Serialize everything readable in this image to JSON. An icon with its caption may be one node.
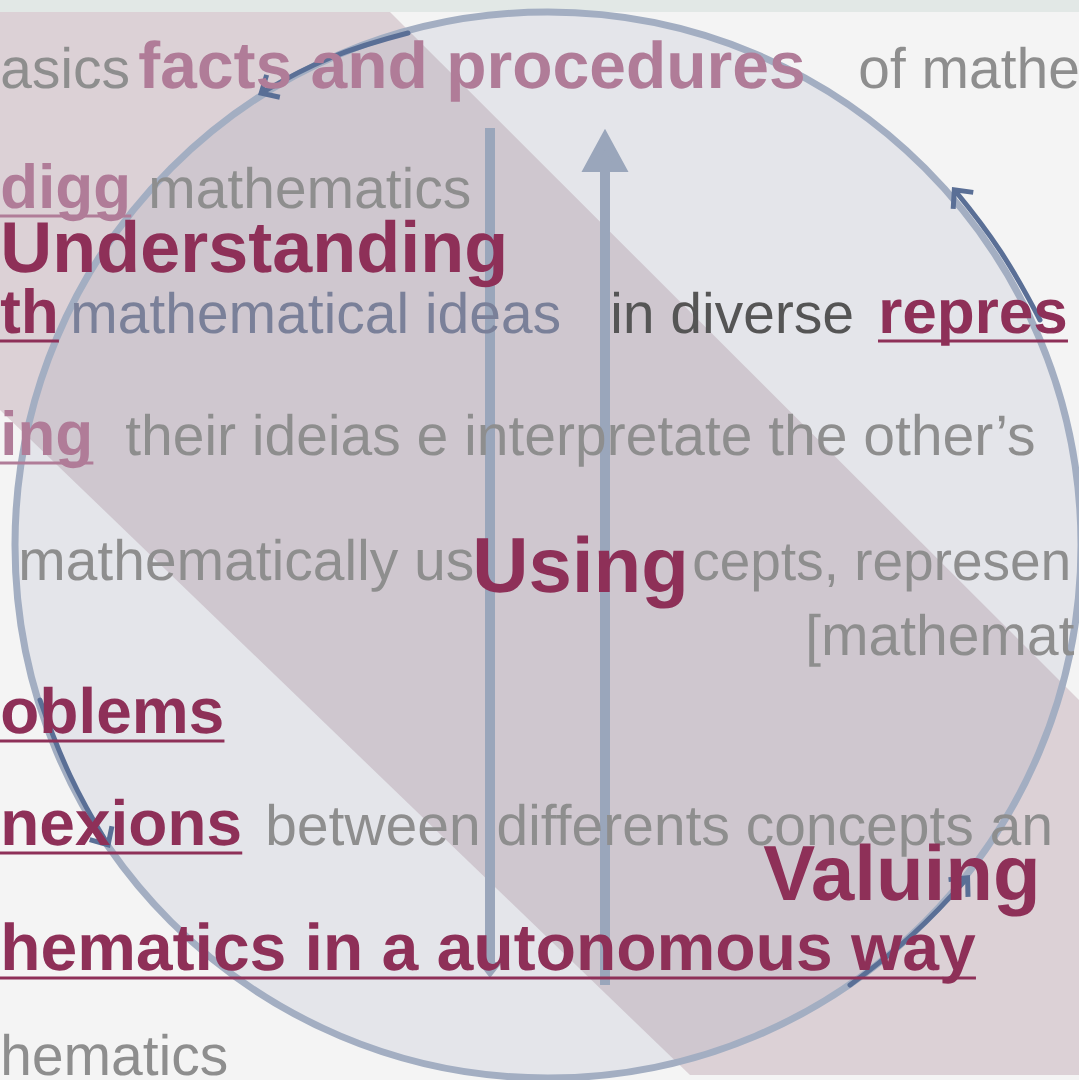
{
  "diagram": {
    "labels": [
      "asics",
      "facts and procedures",
      "of mathe",
      "digg",
      "mathematics",
      "Understanding",
      "th",
      "mathematical ideas",
      "in diverse",
      "repres",
      "ing",
      "their ideias e interpretate the other’s",
      "mathematically us",
      "Using",
      "cepts, represen",
      "[mathemat",
      "oblems",
      "nexions",
      "between differents concepts an",
      "Valuing",
      "hematics in a autonomous way",
      "hematics"
    ]
  }
}
